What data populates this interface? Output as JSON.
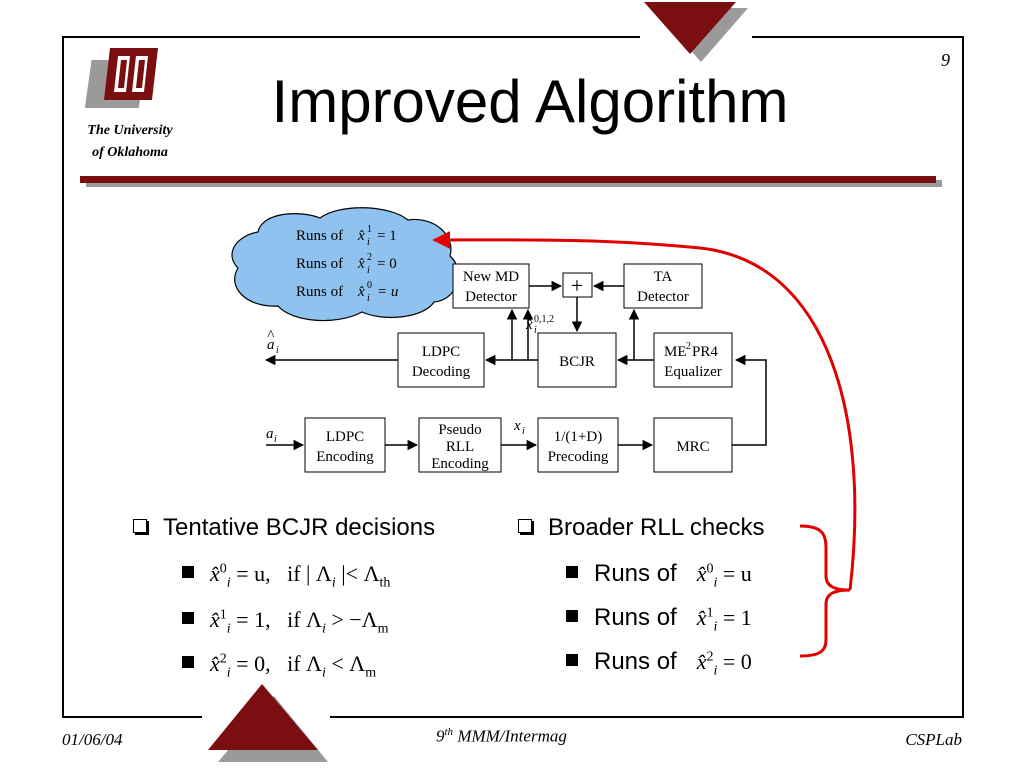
{
  "slide": {
    "title": "Improved Algorithm",
    "page_number": "9",
    "university_line1": "The University",
    "university_line2": "of Oklahoma",
    "footer_date": "01/06/04",
    "footer_center_main": "MMM/Intermag",
    "footer_center_sup": "th",
    "footer_center_num": "9",
    "footer_right": "CSPLab"
  },
  "colors": {
    "maroon": "#7a0e10",
    "gray_shadow": "#9a9a9a",
    "cloud_fill": "#8fc2ee",
    "arrow_red": "#e00000"
  },
  "diagram": {
    "cloud_runs": [
      "Runs of",
      "Runs of",
      "Runs of"
    ],
    "cloud_eqs": [
      "= 1",
      "= 0",
      "= u"
    ],
    "new_md_1": "New MD",
    "new_md_2": "Detector",
    "plus": "+",
    "ta_1": "TA",
    "ta_2": "Detector",
    "ldpc_dec_1": "LDPC",
    "ldpc_dec_2": "Decoding",
    "bcjr": "BCJR",
    "me_1": "ME",
    "me_sup": "2",
    "me_1b": "PR4",
    "me_2": "Equalizer",
    "ldpc_enc_1": "LDPC",
    "ldpc_enc_2": "Encoding",
    "pseudo_1": "Pseudo",
    "pseudo_2": "RLL",
    "pseudo_3": "Encoding",
    "prec_1": "1/(1+D)",
    "prec_2": "Precoding",
    "mrc": "MRC",
    "a_hat": "a",
    "a_in": "a",
    "x_in": "x",
    "x_hat_sup": "0,1,2",
    "sub_i": "i"
  },
  "bullets": {
    "left_header": "Tentative BCJR decisions",
    "right_header": "Broader RLL checks",
    "left_items": [
      {
        "eq": "= u,",
        "cond": "if | Λ",
        "tail": "|< Λ",
        "tail_sub": "th",
        "sup": "0"
      },
      {
        "eq": "= 1,",
        "cond": "if Λ",
        "tail": "> −Λ",
        "tail_sub": "m",
        "sup": "1"
      },
      {
        "eq": "= 0,",
        "cond": "if Λ",
        "tail": "< Λ",
        "tail_sub": "m",
        "sup": "2"
      }
    ],
    "right_items": [
      {
        "label": "Runs of",
        "eq": "= u",
        "sup": "0"
      },
      {
        "label": "Runs of",
        "eq": "= 1",
        "sup": "1"
      },
      {
        "label": "Runs of",
        "eq": "= 0",
        "sup": "2"
      }
    ]
  }
}
